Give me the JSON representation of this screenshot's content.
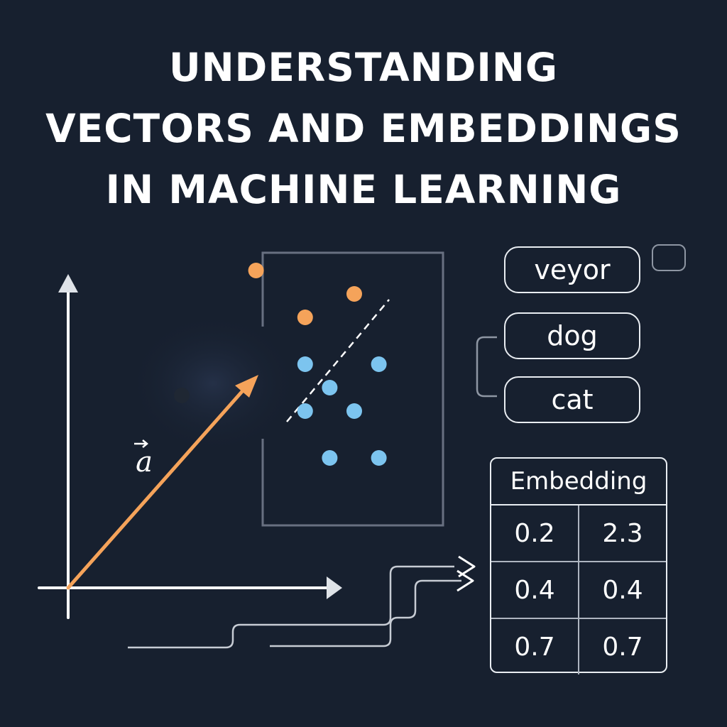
{
  "title": {
    "lines": [
      "UNDERSTANDING",
      "VECTORS AND EMBEDDINGS",
      "IN MACHINE LEARNING"
    ]
  },
  "vector_label": "a",
  "points": {
    "orange": [
      {
        "x": 1,
        "y": 9
      },
      {
        "x": 3,
        "y": 7
      },
      {
        "x": 5,
        "y": 8
      }
    ],
    "blue": [
      {
        "x": 3,
        "y": 5
      },
      {
        "x": 6,
        "y": 5
      },
      {
        "x": 4,
        "y": 4
      },
      {
        "x": 3,
        "y": 3
      },
      {
        "x": 5,
        "y": 3
      },
      {
        "x": 4,
        "y": 1
      },
      {
        "x": 6,
        "y": 1
      }
    ]
  },
  "words": [
    "veyor",
    "dog",
    "cat"
  ],
  "embedding": {
    "header": "Embedding",
    "rows": [
      [
        "0.2",
        "2.3"
      ],
      [
        "0.4",
        "0.4"
      ],
      [
        "0.7",
        "0.7"
      ]
    ]
  },
  "colors": {
    "background": "#17202f",
    "vector": "#f5a35a",
    "orange_point": "#f5a35a",
    "blue_point": "#7cc4ef",
    "line": "#e9edf2",
    "muted_line": "#8e96a3"
  }
}
